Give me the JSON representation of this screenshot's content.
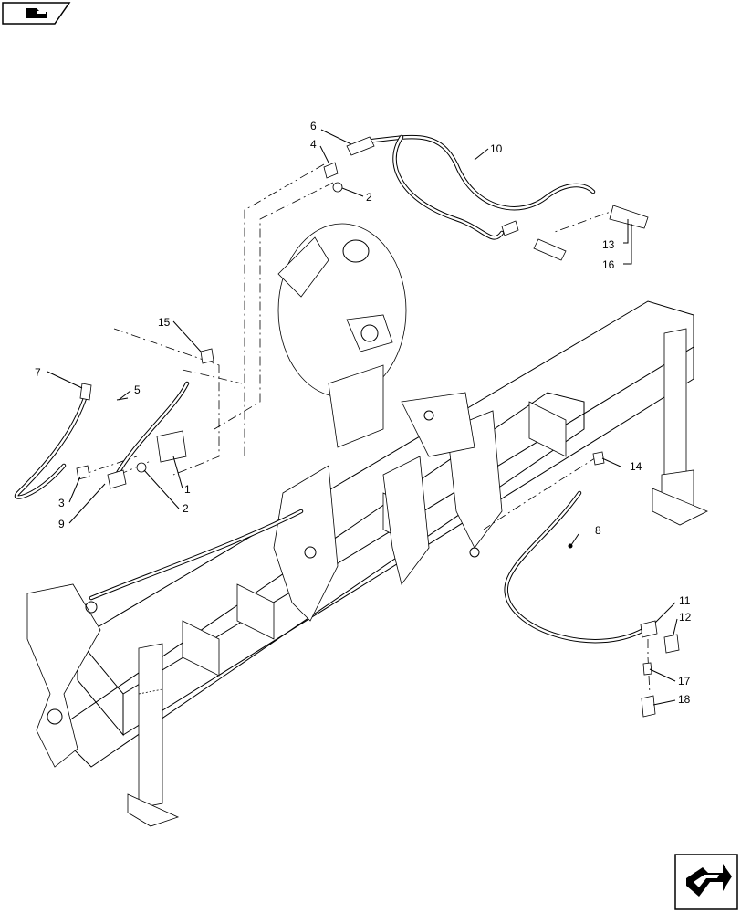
{
  "diagram": {
    "callouts": [
      {
        "id": "1",
        "label": "1"
      },
      {
        "id": "2a",
        "label": "2"
      },
      {
        "id": "2b",
        "label": "2"
      },
      {
        "id": "3",
        "label": "3"
      },
      {
        "id": "4",
        "label": "4"
      },
      {
        "id": "5",
        "label": "5"
      },
      {
        "id": "6",
        "label": "6"
      },
      {
        "id": "7",
        "label": "7"
      },
      {
        "id": "8",
        "label": "8"
      },
      {
        "id": "9",
        "label": "9"
      },
      {
        "id": "10",
        "label": "10"
      },
      {
        "id": "11",
        "label": "11"
      },
      {
        "id": "12",
        "label": "12"
      },
      {
        "id": "13",
        "label": "13"
      },
      {
        "id": "14",
        "label": "14"
      },
      {
        "id": "15",
        "label": "15"
      },
      {
        "id": "16",
        "label": "16"
      },
      {
        "id": "17",
        "label": "17"
      },
      {
        "id": "18",
        "label": "18"
      }
    ],
    "icons": {
      "top_left": "view-orientation-icon",
      "bottom_right": "next-page-arrow-icon"
    }
  }
}
